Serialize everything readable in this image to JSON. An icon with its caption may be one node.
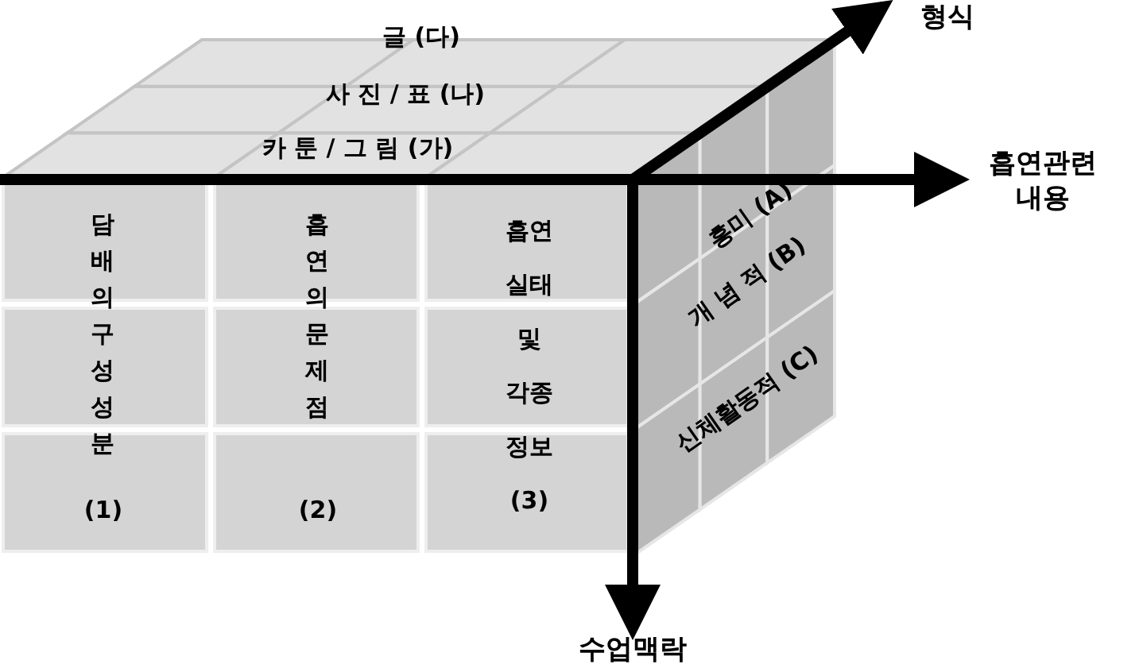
{
  "diagram": {
    "nodes": [
      {
        "text": [
          "형식"
        ]
      },
      {
        "text": [
          "흡연관련 내용"
        ]
      },
      {
        "text": [
          "수업맥락"
        ]
      }
    ],
    "edges": [
      {
        "from": null,
        "to": 0,
        "arrow": "to"
      },
      {
        "from": null,
        "to": 1,
        "arrow": "to"
      },
      {
        "from": null,
        "to": 2,
        "arrow": "to"
      }
    ],
    "labels": [
      "글 (다)",
      "사 진 / 표 (나)",
      "카 툰 / 그 림 (가)",
      "담배의구성성분",
      "(1)",
      "흡연의 문제점",
      "(2)",
      "흡연 실태 및 각종 정보 (3)",
      "흥미 (A)",
      "개 념 적 (B)",
      "신체활동적 (C)"
    ]
  }
}
